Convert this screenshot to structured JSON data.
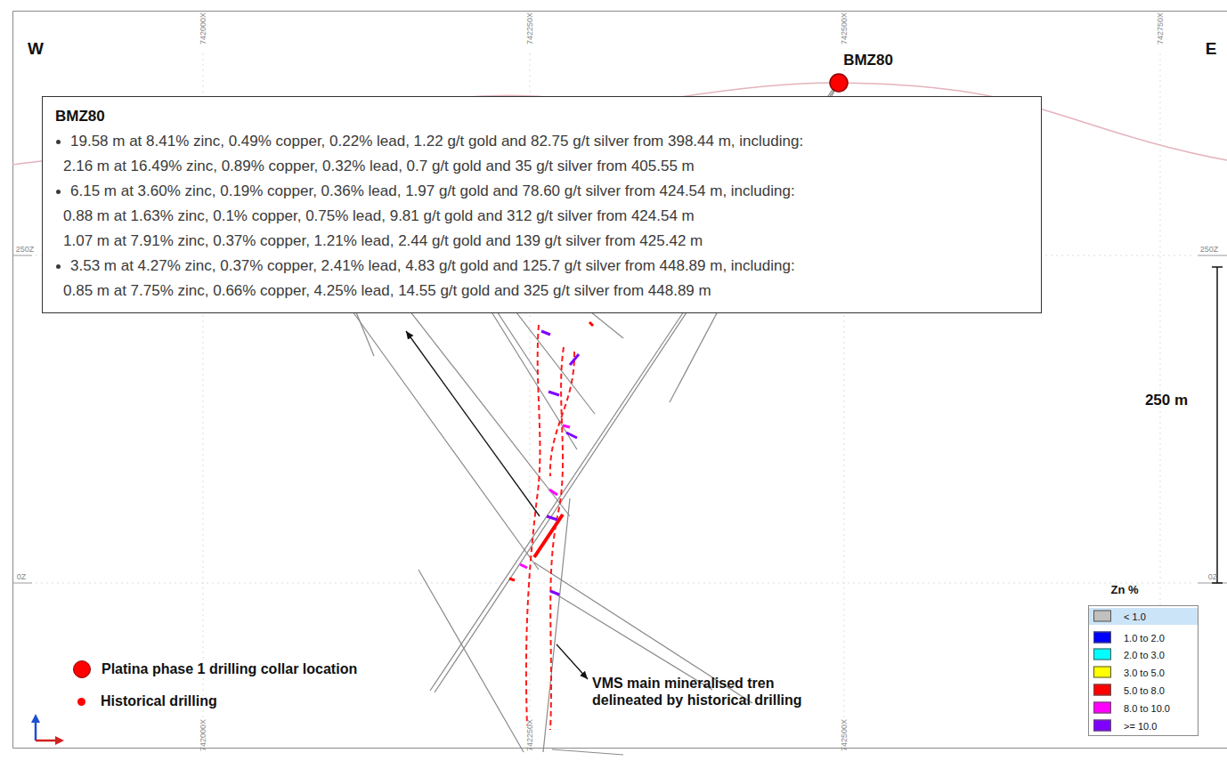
{
  "diagram": {
    "nodes": [
      {
        "text": [
          "BMZ80",
          "19.58 m at 8.41% zinc, 0.49% copper,  0.22% lead, 1.22 g/t gold and 82.75 g/t silver from 398.44 m, including:",
          "2.16 m at 16.49% zinc, 0.89% copper, 0.32% lead, 0.7 g/t gold and 35 g/t silver from 405.55 m",
          "6.15 m at 3.60% zinc, 0.19% copper,  0.36% lead, 1.97 g/t gold and 78.60 g/t silver  from 424.54 m, including:",
          "0.88 m at 1.63% zinc, 0.1% copper,  0.75% lead,  9.81 g/t gold and 312 g/t silver from 424.54 m",
          "1.07 m at 7.91% zinc, 0.37% copper, 1.21% lead, 2.44 g/t gold and 139 g/t silver from 425.42 m",
          "3.53 m at 4.27% zinc, 0.37% copper,  2.41% lead, 4.83 g/t gold and 125.7 g/t silver  from 448.89 m, including:",
          "0.85 m at 7.75% zinc, 0.66% copper,  4.25% lead,  14.55 g/t gold and 325 g/t silver from 448.89 m"
        ]
      }
    ],
    "labels": [
      "W",
      "E",
      "BMZ80",
      "742000X",
      "742250X",
      "742500X",
      "742750X",
      "742000X",
      "742250X",
      "742500X",
      "250Z",
      "250Z",
      "0Z",
      "0Z",
      "250 m",
      "Zn %",
      "VMS main mineralised tren delineated by historical drilling"
    ],
    "legend": [
      {
        "text": "< 1.0",
        "color": "#c0c0c0"
      },
      {
        "text": "1.0 to 2.0",
        "color": "#0000ff"
      },
      {
        "text": "2.0 to 3.0",
        "color": "#00ffff"
      },
      {
        "text": "3.0 to 5.0",
        "color": "#ffff00"
      },
      {
        "text": "5.0 to 8.0",
        "color": "#ff0000"
      },
      {
        "text": "8.0 to 10.0",
        "color": "#ff00ff"
      },
      {
        "text": ">= 10.0",
        "color": "#8000ff"
      },
      {
        "text": "Platina phase 1 drilling collar location"
      },
      {
        "text": "Historical drilling"
      }
    ]
  }
}
